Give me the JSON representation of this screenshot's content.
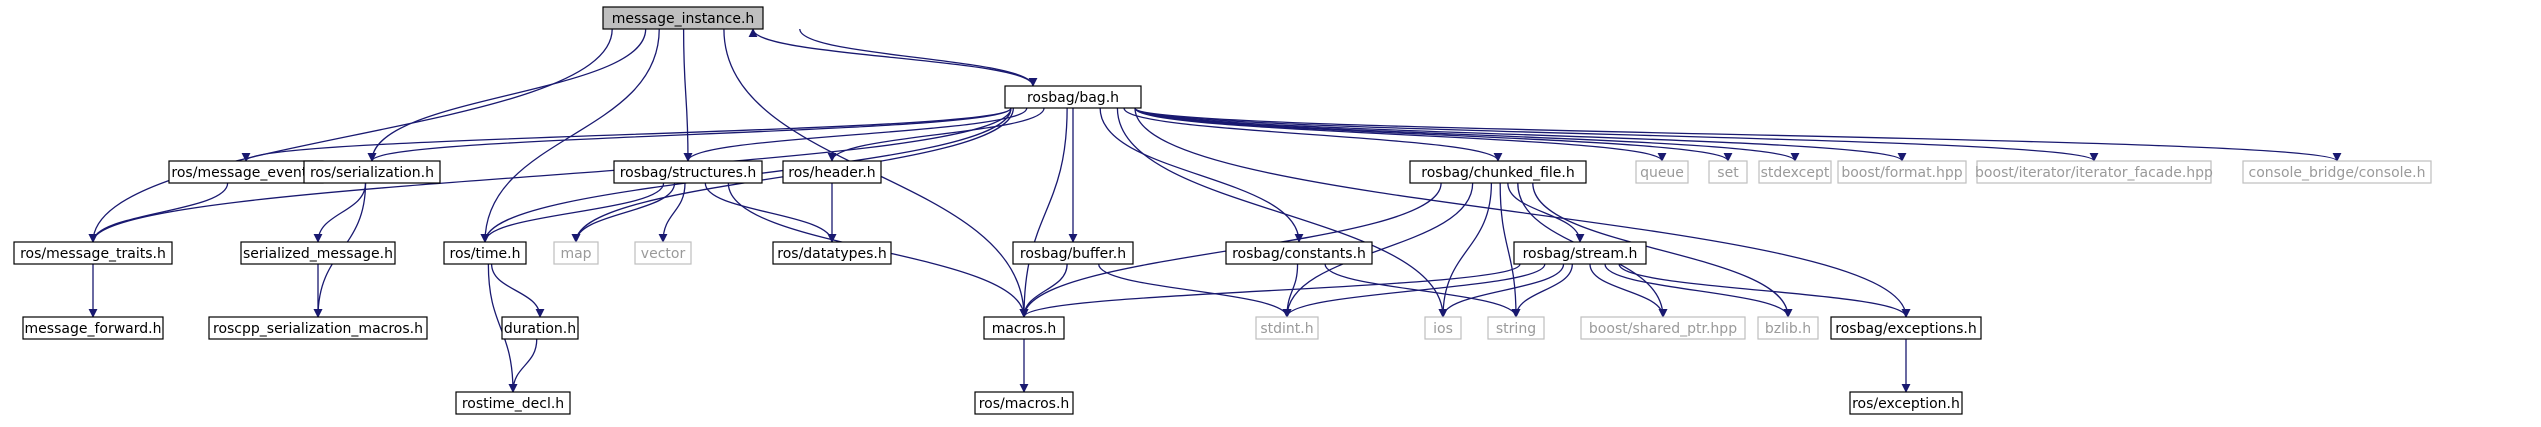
{
  "colors": {
    "edge": "#191970",
    "node_border": "#000000",
    "external_border": "#bfbfbf",
    "external_text": "#9a9a9a",
    "root_fill": "#bfbfbf",
    "node_fill": "#ffffff",
    "text": "#000000"
  },
  "nodes": [
    {
      "id": "message_instance",
      "label": "message_instance.h",
      "kind": "root"
    },
    {
      "id": "rosbag_bag",
      "label": "rosbag/bag.h",
      "kind": "file"
    },
    {
      "id": "ros_message_event",
      "label": "ros/message_event.h",
      "kind": "file"
    },
    {
      "id": "ros_serialization",
      "label": "ros/serialization.h",
      "kind": "file"
    },
    {
      "id": "rosbag_structures",
      "label": "rosbag/structures.h",
      "kind": "file"
    },
    {
      "id": "ros_header",
      "label": "ros/header.h",
      "kind": "file"
    },
    {
      "id": "rosbag_chunked_file",
      "label": "rosbag/chunked_file.h",
      "kind": "file"
    },
    {
      "id": "queue",
      "label": "queue",
      "kind": "external"
    },
    {
      "id": "set",
      "label": "set",
      "kind": "external"
    },
    {
      "id": "stdexcept",
      "label": "stdexcept",
      "kind": "external"
    },
    {
      "id": "boost_format",
      "label": "boost/format.hpp",
      "kind": "external"
    },
    {
      "id": "boost_iterator",
      "label": "boost/iterator/iterator_facade.hpp",
      "kind": "external"
    },
    {
      "id": "console_bridge",
      "label": "console_bridge/console.h",
      "kind": "external"
    },
    {
      "id": "ros_message_traits",
      "label": "ros/message_traits.h",
      "kind": "file"
    },
    {
      "id": "serialized_message",
      "label": "serialized_message.h",
      "kind": "file"
    },
    {
      "id": "ros_time",
      "label": "ros/time.h",
      "kind": "file"
    },
    {
      "id": "map",
      "label": "map",
      "kind": "external"
    },
    {
      "id": "vector",
      "label": "vector",
      "kind": "external"
    },
    {
      "id": "ros_datatypes",
      "label": "ros/datatypes.h",
      "kind": "file"
    },
    {
      "id": "rosbag_buffer",
      "label": "rosbag/buffer.h",
      "kind": "file"
    },
    {
      "id": "rosbag_constants",
      "label": "rosbag/constants.h",
      "kind": "file"
    },
    {
      "id": "rosbag_stream",
      "label": "rosbag/stream.h",
      "kind": "file"
    },
    {
      "id": "message_forward",
      "label": "message_forward.h",
      "kind": "file"
    },
    {
      "id": "roscpp_serialization_macros",
      "label": "roscpp_serialization_macros.h",
      "kind": "file"
    },
    {
      "id": "duration",
      "label": "duration.h",
      "kind": "file"
    },
    {
      "id": "macros",
      "label": "macros.h",
      "kind": "file"
    },
    {
      "id": "stdint",
      "label": "stdint.h",
      "kind": "external"
    },
    {
      "id": "ios",
      "label": "ios",
      "kind": "external"
    },
    {
      "id": "string",
      "label": "string",
      "kind": "external"
    },
    {
      "id": "boost_shared_ptr",
      "label": "boost/shared_ptr.hpp",
      "kind": "external"
    },
    {
      "id": "bzlib",
      "label": "bzlib.h",
      "kind": "external"
    },
    {
      "id": "rosbag_exceptions",
      "label": "rosbag/exceptions.h",
      "kind": "file"
    },
    {
      "id": "rostime_decl",
      "label": "rostime_decl.h",
      "kind": "file"
    },
    {
      "id": "ros_macros",
      "label": "ros/macros.h",
      "kind": "file"
    },
    {
      "id": "ros_exception",
      "label": "ros/exception.h",
      "kind": "file"
    }
  ],
  "edges": [
    [
      "message_instance",
      "rosbag_bag"
    ],
    [
      "rosbag_bag",
      "message_instance"
    ],
    [
      "message_instance",
      "ros_message_traits"
    ],
    [
      "message_instance",
      "ros_serialization"
    ],
    [
      "message_instance",
      "ros_time"
    ],
    [
      "message_instance",
      "rosbag_structures"
    ],
    [
      "message_instance",
      "macros"
    ],
    [
      "rosbag_bag",
      "ros_message_event"
    ],
    [
      "rosbag_bag",
      "ros_serialization"
    ],
    [
      "rosbag_bag",
      "rosbag_structures"
    ],
    [
      "rosbag_bag",
      "ros_header"
    ],
    [
      "rosbag_bag",
      "rosbag_chunked_file"
    ],
    [
      "rosbag_bag",
      "queue"
    ],
    [
      "rosbag_bag",
      "set"
    ],
    [
      "rosbag_bag",
      "stdexcept"
    ],
    [
      "rosbag_bag",
      "boost_format"
    ],
    [
      "rosbag_bag",
      "boost_iterator"
    ],
    [
      "rosbag_bag",
      "console_bridge"
    ],
    [
      "rosbag_bag",
      "ros_message_traits"
    ],
    [
      "rosbag_bag",
      "ros_time"
    ],
    [
      "rosbag_bag",
      "map"
    ],
    [
      "rosbag_bag",
      "rosbag_buffer"
    ],
    [
      "rosbag_bag",
      "rosbag_constants"
    ],
    [
      "rosbag_bag",
      "macros"
    ],
    [
      "rosbag_bag",
      "ios"
    ],
    [
      "rosbag_bag",
      "rosbag_exceptions"
    ],
    [
      "ros_message_event",
      "ros_message_traits"
    ],
    [
      "ros_serialization",
      "serialized_message"
    ],
    [
      "ros_serialization",
      "roscpp_serialization_macros"
    ],
    [
      "serialized_message",
      "roscpp_serialization_macros"
    ],
    [
      "ros_message_traits",
      "message_forward"
    ],
    [
      "rosbag_structures",
      "ros_time"
    ],
    [
      "rosbag_structures",
      "map"
    ],
    [
      "rosbag_structures",
      "vector"
    ],
    [
      "rosbag_structures",
      "ros_datatypes"
    ],
    [
      "rosbag_structures",
      "macros"
    ],
    [
      "ros_header",
      "ros_datatypes"
    ],
    [
      "ros_time",
      "duration"
    ],
    [
      "ros_time",
      "rostime_decl"
    ],
    [
      "duration",
      "rostime_decl"
    ],
    [
      "rosbag_buffer",
      "macros"
    ],
    [
      "rosbag_buffer",
      "stdint"
    ],
    [
      "rosbag_constants",
      "stdint"
    ],
    [
      "rosbag_constants",
      "string"
    ],
    [
      "rosbag_chunked_file",
      "rosbag_stream"
    ],
    [
      "rosbag_chunked_file",
      "macros"
    ],
    [
      "rosbag_chunked_file",
      "stdint"
    ],
    [
      "rosbag_chunked_file",
      "ios"
    ],
    [
      "rosbag_chunked_file",
      "string"
    ],
    [
      "rosbag_chunked_file",
      "boost_shared_ptr"
    ],
    [
      "rosbag_chunked_file",
      "bzlib"
    ],
    [
      "rosbag_stream",
      "macros"
    ],
    [
      "rosbag_stream",
      "stdint"
    ],
    [
      "rosbag_stream",
      "ios"
    ],
    [
      "rosbag_stream",
      "string"
    ],
    [
      "rosbag_stream",
      "boost_shared_ptr"
    ],
    [
      "rosbag_stream",
      "bzlib"
    ],
    [
      "rosbag_stream",
      "rosbag_exceptions"
    ],
    [
      "macros",
      "ros_macros"
    ],
    [
      "rosbag_exceptions",
      "ros_exception"
    ]
  ]
}
